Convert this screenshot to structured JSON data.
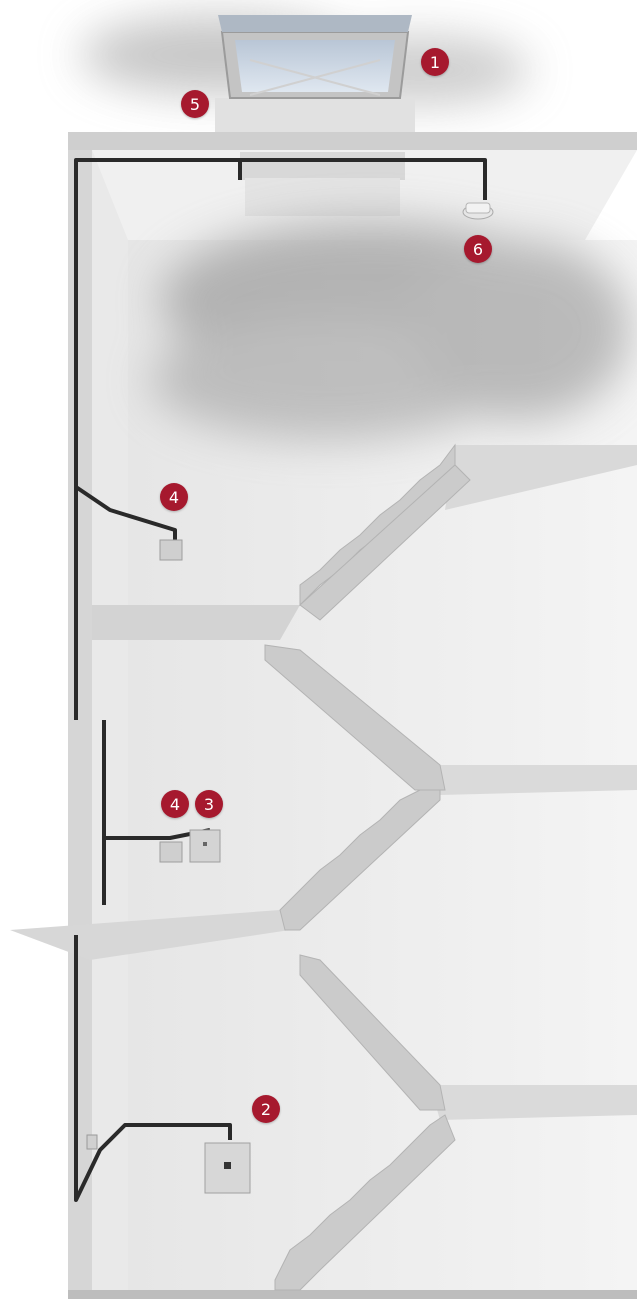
{
  "markers": {
    "vent": "1",
    "fire_panel": "2",
    "override_switch_floor2": "3",
    "vent_button_floor3": "4",
    "vent_button_floor2": "4",
    "roof_upstand": "5",
    "smoke_detector": "6"
  },
  "colors": {
    "marker": "#a6192e",
    "wall": "#d4d4d4",
    "wall_dark": "#bdbdbd",
    "cable": "#2a2a2a",
    "smoke": "#8a8a8a"
  }
}
